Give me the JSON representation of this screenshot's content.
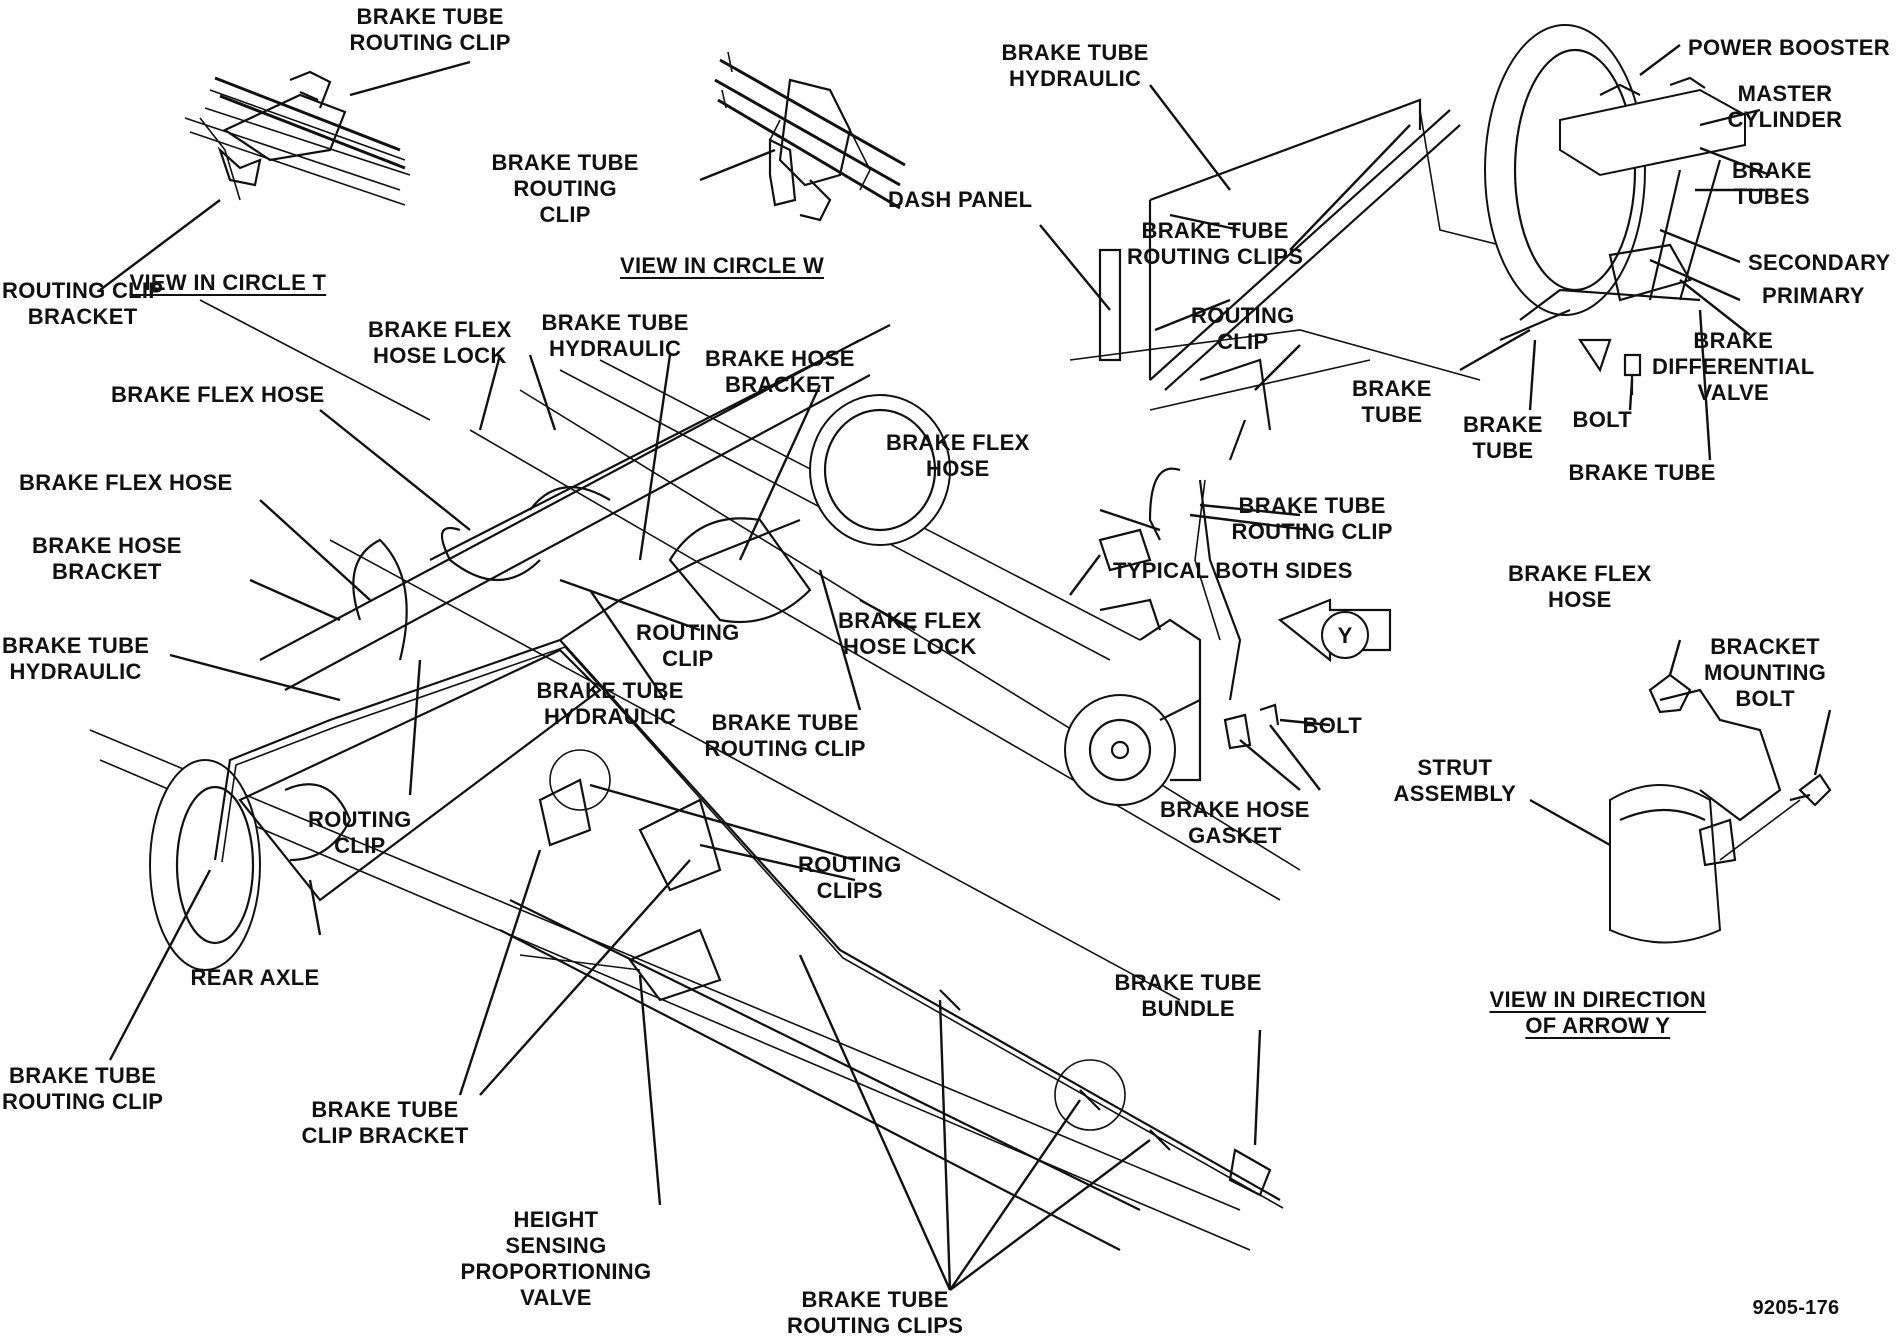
{
  "figure_id": "9205-176",
  "captions": {
    "circle_t": "VIEW IN CIRCLE T",
    "circle_w": "VIEW IN CIRCLE W",
    "arrow_y": [
      "VIEW IN DIRECTION",
      "OF ARROW Y"
    ]
  },
  "arrow_y_marker": "Y",
  "labels": {
    "t_brake_tube_routing_clip": [
      "BRAKE TUBE",
      "ROUTING CLIP"
    ],
    "t_routing_clip_bracket": [
      "ROUTING CLIP",
      "BRACKET"
    ],
    "w_brake_tube_routing_clip": [
      "BRAKE TUBE",
      "ROUTING",
      "CLIP"
    ],
    "brake_flex_hose_lock_top": [
      "BRAKE FLEX",
      "HOSE LOCK"
    ],
    "brake_tube_hydraulic_top": [
      "BRAKE TUBE",
      "HYDRAULIC"
    ],
    "brake_hose_bracket_top": [
      "BRAKE HOSE",
      "BRACKET"
    ],
    "brake_flex_hose_1": [
      "BRAKE FLEX HOSE"
    ],
    "brake_flex_hose_2": [
      "BRAKE FLEX HOSE"
    ],
    "brake_hose_bracket_left": [
      "BRAKE HOSE",
      "BRACKET"
    ],
    "brake_tube_hydraulic_left": [
      "BRAKE TUBE",
      "HYDRAULIC"
    ],
    "routing_clip_center": [
      "ROUTING",
      "CLIP"
    ],
    "brake_tube_hydraulic_center": [
      "BRAKE TUBE",
      "HYDRAULIC"
    ],
    "brake_tube_routing_clip_center": [
      "BRAKE TUBE",
      "ROUTING CLIP"
    ],
    "brake_flex_hose_lock_mid": [
      "BRAKE FLEX",
      "HOSE LOCK"
    ],
    "routing_clip_lower": [
      "ROUTING",
      "CLIP"
    ],
    "routing_clips_lower": [
      "ROUTING",
      "CLIPS"
    ],
    "rear_axle": [
      "REAR AXLE"
    ],
    "brake_tube_routing_clip_bl": [
      "BRAKE TUBE",
      "ROUTING CLIP"
    ],
    "brake_tube_clip_bracket": [
      "BRAKE TUBE",
      "CLIP BRACKET"
    ],
    "height_sensing_valve": [
      "HEIGHT",
      "SENSING",
      "PROPORTIONING",
      "VALVE"
    ],
    "brake_tube_routing_clips_bottom": [
      "BRAKE TUBE",
      "ROUTING CLIPS"
    ],
    "brake_tube_bundle": [
      "BRAKE TUBE",
      "BUNDLE"
    ],
    "brake_tube_hydraulic_tr": [
      "BRAKE TUBE",
      "HYDRAULIC"
    ],
    "dash_panel": [
      "DASH PANEL"
    ],
    "brake_tube_routing_clips_tr": [
      "BRAKE TUBE",
      "ROUTING CLIPS"
    ],
    "routing_clip_tr": [
      "ROUTING",
      "CLIP"
    ],
    "power_booster": [
      "POWER BOOSTER"
    ],
    "master_cylinder": [
      "MASTER",
      "CYLINDER"
    ],
    "brake_tubes": [
      "BRAKE",
      "TUBES"
    ],
    "secondary": [
      "SECONDARY"
    ],
    "primary": [
      "PRIMARY"
    ],
    "brake_differential_valve": [
      "BRAKE",
      "DIFFERENTIAL",
      "VALVE"
    ],
    "brake_tube_r1": [
      "BRAKE",
      "TUBE"
    ],
    "brake_tube_r2": [
      "BRAKE",
      "TUBE"
    ],
    "bolt_r": [
      "BOLT"
    ],
    "brake_tube_r3": [
      "BRAKE TUBE"
    ],
    "brake_flex_hose_front": [
      "BRAKE FLEX",
      "HOSE"
    ],
    "brake_tube_routing_clip_front": [
      "BRAKE TUBE",
      "ROUTING CLIP"
    ],
    "typical_both_sides": [
      "TYPICAL BOTH SIDES"
    ],
    "bolt_front": [
      "BOLT"
    ],
    "brake_hose_gasket": [
      "BRAKE HOSE",
      "GASKET"
    ],
    "brake_flex_hose_y": [
      "BRAKE FLEX",
      "HOSE"
    ],
    "bracket_mounting_bolt": [
      "BRACKET",
      "MOUNTING",
      "BOLT"
    ],
    "strut_assembly": [
      "STRUT",
      "ASSEMBLY"
    ]
  }
}
